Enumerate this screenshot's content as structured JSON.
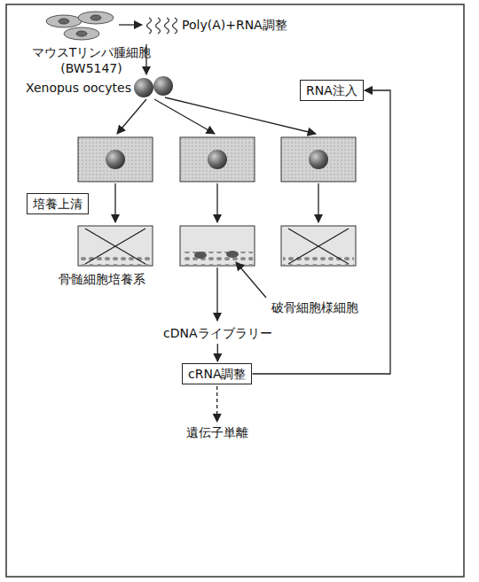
{
  "diagram": {
    "nodes": [
      {
        "text": [
          "RNA注入"
        ]
      },
      {
        "text": [
          "培養上清"
        ]
      },
      {
        "text": [
          "cDNAライブラリー"
        ]
      },
      {
        "text": [
          "cRNA調整"
        ]
      },
      {
        "text": [
          "遺伝子単離"
        ]
      }
    ],
    "edges": [
      {
        "from": 2,
        "to": 3,
        "arrow": "to"
      },
      {
        "from": 3,
        "to": 0,
        "arrow": "to"
      },
      {
        "from": 3,
        "to": 4,
        "arrow": "to"
      }
    ],
    "labels": [
      "Poly(A)+RNA調整",
      "マウスTリンパ腫細胞 (BW5147)",
      "Xenopus oocytes",
      "骨髄細胞培養系",
      "破骨細胞様細胞"
    ]
  }
}
